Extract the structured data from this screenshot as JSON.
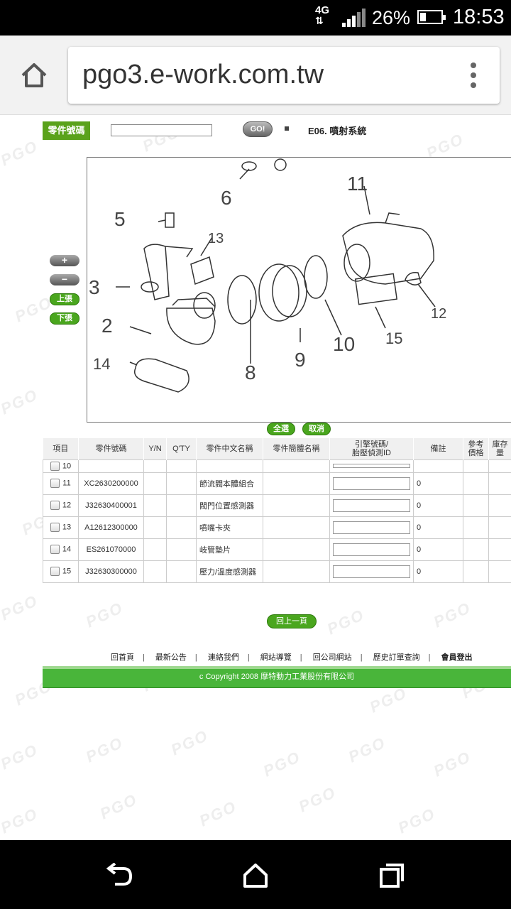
{
  "status_bar": {
    "network": "4G",
    "battery_percent": "26%",
    "time": "18:53",
    "icons": [
      "network-4g-icon",
      "signal-icon",
      "battery-icon"
    ]
  },
  "browser": {
    "url": "pgo3.e-work.com.tw",
    "icons": [
      "home-icon",
      "overflow-menu-icon"
    ]
  },
  "page": {
    "part_number_label": "零件號碼",
    "search_value": "",
    "go_label": "GO!",
    "system_title": "E06. 噴射系統",
    "zoom_in": "+",
    "zoom_out": "−",
    "prev_page": "上張",
    "next_page": "下張",
    "select_all": "全選",
    "cancel": "取消",
    "back_label": "回上一頁",
    "watermark": "PGO",
    "diagram_callouts": [
      "6",
      "5",
      "13",
      "11",
      "3",
      "2",
      "14",
      "8",
      "9",
      "10",
      "15",
      "12"
    ]
  },
  "table": {
    "headers": {
      "item": "項目",
      "part_no": "零件號碼",
      "yn": "Y/N",
      "qty": "Q'TY",
      "cn_name": "零件中文名稱",
      "short_name": "零件簡體名稱",
      "engine_line1": "引擎號碼/",
      "engine_line2": "胎壓偵測ID",
      "memo": "備註",
      "ref_line1": "參考",
      "ref_line2": "價格",
      "stock_line1": "庫存",
      "stock_line2": "量"
    },
    "rows": [
      {
        "item": "10",
        "part_no": "",
        "cn_name": "",
        "memo": ""
      },
      {
        "item": "11",
        "part_no": "XC2630200000",
        "cn_name": "節流閥本體組合",
        "memo": "0"
      },
      {
        "item": "12",
        "part_no": "J32630400001",
        "cn_name": "閥門位置感測器",
        "memo": "0"
      },
      {
        "item": "13",
        "part_no": "A12612300000",
        "cn_name": "噴嘴卡夾",
        "memo": "0"
      },
      {
        "item": "14",
        "part_no": "ES261070000",
        "cn_name": "岐管墊片",
        "memo": "0"
      },
      {
        "item": "15",
        "part_no": "J32630300000",
        "cn_name": "壓力/溫度感測器",
        "memo": "0"
      }
    ]
  },
  "footer": {
    "links": [
      "回首頁",
      "最新公告",
      "連絡我們",
      "網站導覽",
      "回公司網站",
      "歷史訂單查詢",
      "會員登出"
    ],
    "copyright": "c Copyright 2008 摩特動力工業股份有限公司"
  },
  "nav_bar": {
    "icons": [
      "back-icon",
      "home-icon",
      "recents-icon"
    ]
  }
}
